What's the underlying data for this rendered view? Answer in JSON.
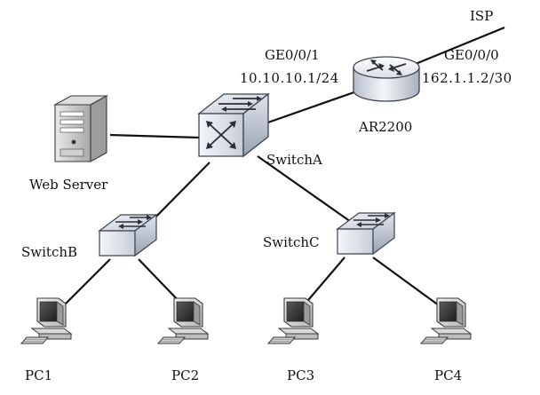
{
  "diagram": {
    "isp_label": "ISP",
    "router": {
      "name": "AR2200",
      "lan_port": "GE0/0/1",
      "lan_ip": "10.10.10.1/24",
      "wan_port": "GE0/0/0",
      "wan_ip": "162.1.1.2/30"
    },
    "server": {
      "name": "Web Server"
    },
    "core_switch": {
      "name": "SwitchA"
    },
    "access_switches": [
      {
        "name": "SwitchB"
      },
      {
        "name": "SwitchC"
      }
    ],
    "pcs": [
      {
        "name": "PC1"
      },
      {
        "name": "PC2"
      },
      {
        "name": "PC3"
      },
      {
        "name": "PC4"
      }
    ]
  }
}
